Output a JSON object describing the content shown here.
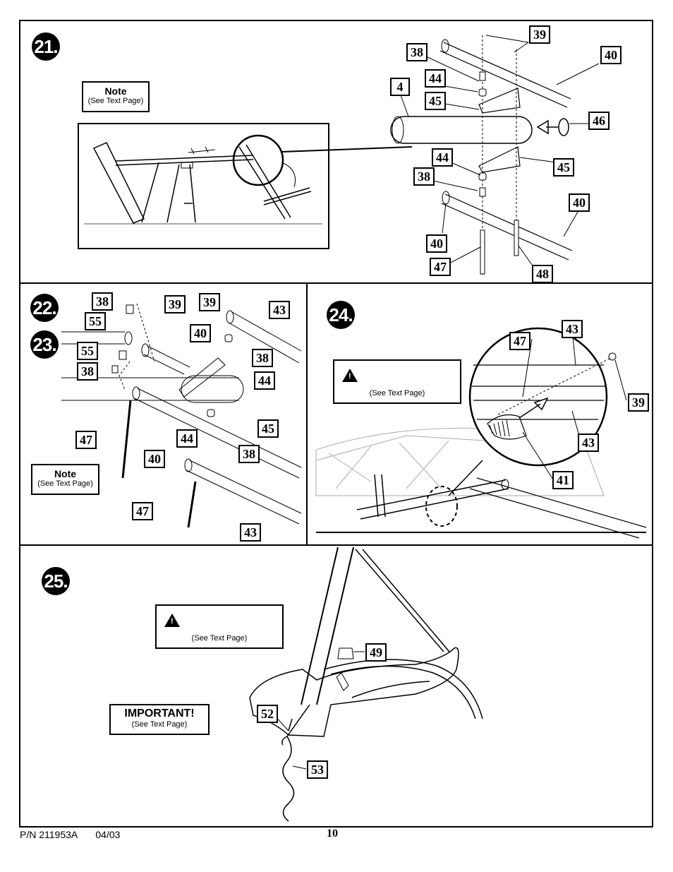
{
  "steps": {
    "s21": {
      "number": "21."
    },
    "s22": {
      "number": "22."
    },
    "s23": {
      "number": "23."
    },
    "s24": {
      "number": "24."
    },
    "s25": {
      "number": "25."
    }
  },
  "note_boxes": {
    "note21": {
      "title": "Note",
      "sub": "(See Text Page)"
    },
    "note22": {
      "title": "Note",
      "sub": "(See Text Page)"
    }
  },
  "warning_boxes": {
    "warn24": {
      "sub": "(See Text Page)"
    },
    "warn25": {
      "sub": "(See Text Page)"
    }
  },
  "important_box": {
    "title": "IMPORTANT!",
    "sub": "(See Text Page)"
  },
  "callouts": {
    "p21": [
      "39",
      "38",
      "40",
      "44",
      "4",
      "45",
      "46",
      "44",
      "45",
      "38",
      "40",
      "40",
      "47",
      "48"
    ],
    "p22": [
      "38",
      "55",
      "39",
      "39",
      "43",
      "40",
      "55",
      "38",
      "38",
      "44",
      "45",
      "47",
      "40",
      "44",
      "38",
      "47",
      "43"
    ],
    "p24": [
      "43",
      "47",
      "39",
      "43",
      "41"
    ],
    "p25": [
      "49",
      "52",
      "53"
    ]
  },
  "footer": {
    "part_number": "P/N 211953A",
    "date": "04/03",
    "page": "10"
  }
}
